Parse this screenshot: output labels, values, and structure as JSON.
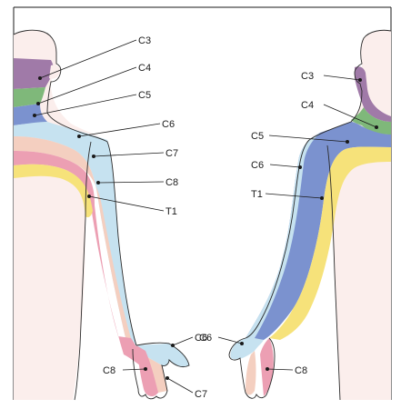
{
  "colors": {
    "C3": "#a07aa8",
    "C4": "#7fb87a",
    "C5": "#7b92cf",
    "C6": "#c6e2f0",
    "C7": "#f4cfc0",
    "C8": "#ec9fb3",
    "T1": "#f6e27a",
    "skin": "#fbeeec",
    "frame": "#1a1a1a"
  },
  "left_labels": {
    "c3": "C3",
    "c4": "C4",
    "c5": "C5",
    "c6": "C6",
    "c7": "C7",
    "c8": "C8",
    "t1": "T1",
    "hand_c6": "C6",
    "hand_c8": "C8",
    "hand_c7": "C7"
  },
  "right_labels": {
    "c3": "C3",
    "c4": "C4",
    "c5": "C5",
    "c6": "C6",
    "t1": "T1",
    "hand_c6": "C6",
    "hand_c8": "C8"
  }
}
